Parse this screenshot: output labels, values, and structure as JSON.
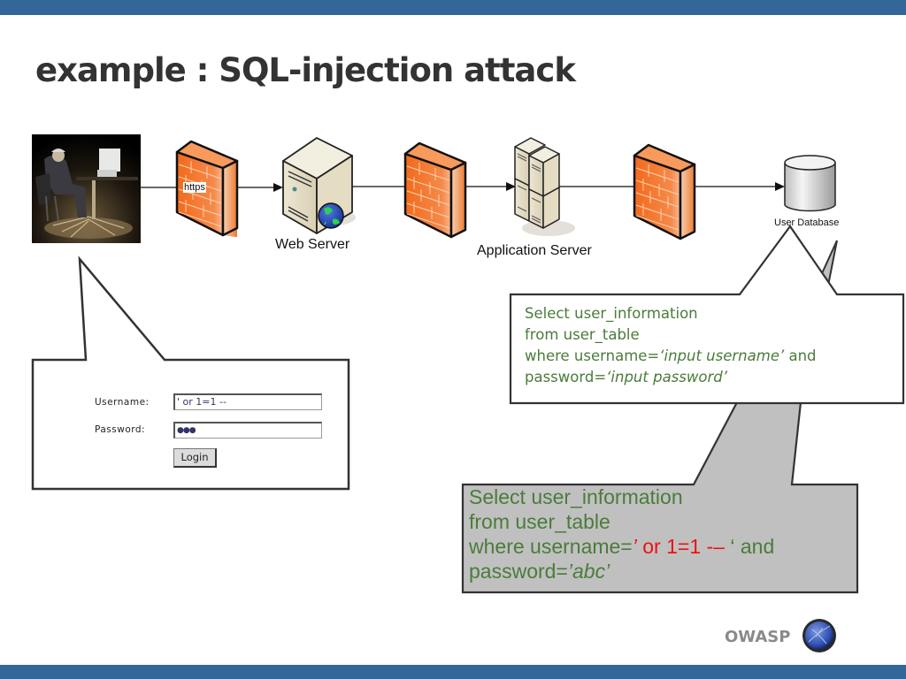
{
  "slide": {
    "title": "example : SQL-injection attack",
    "footer_brand": "OWASP"
  },
  "diagram": {
    "nodes": [
      {
        "id": "attacker",
        "label": "",
        "icon": "hacker-photo"
      },
      {
        "id": "firewall-1",
        "label": "",
        "icon": "firewall-icon"
      },
      {
        "id": "web-server",
        "label": "Web Server",
        "icon": "web-server-icon"
      },
      {
        "id": "firewall-2",
        "label": "",
        "icon": "firewall-icon"
      },
      {
        "id": "app-server",
        "label": "Application Server",
        "icon": "server-cluster-icon"
      },
      {
        "id": "firewall-3",
        "label": "",
        "icon": "firewall-icon"
      },
      {
        "id": "user-db",
        "label": "User Database",
        "icon": "database-icon"
      }
    ],
    "edges": [
      {
        "from": "attacker",
        "to": "web-server",
        "label": "https"
      },
      {
        "from": "web-server",
        "to": "app-server",
        "label": ""
      },
      {
        "from": "app-server",
        "to": "user-db",
        "label": ""
      }
    ]
  },
  "login_form": {
    "username_label": "Username:",
    "username_value": "' or 1=1 --",
    "password_label": "Password:",
    "password_value": "●●●",
    "login_button": "Login"
  },
  "query_template": {
    "line1": "Select user_information",
    "line2": "from user_table",
    "line3_prefix": "where username=",
    "line3_input": "‘input username’",
    "line3_suffix": " and",
    "line4_prefix": "password=",
    "line4_input": "‘input password’"
  },
  "query_injected": {
    "line1": "Select user_information",
    "line2": "from user_table",
    "line3_prefix": "where username=",
    "line3_quote": "’",
    "line3_injection": " or 1=1 -– ",
    "line3_suffix": "‘ and",
    "line4_prefix": "password=",
    "line4_value": "’abc’"
  },
  "colors": {
    "bar": "#336699",
    "sql_text": "#4a7c3a",
    "injection_text": "#ee1111",
    "firewall": "#f07a30",
    "callout_gray": "#c0c0c0"
  }
}
